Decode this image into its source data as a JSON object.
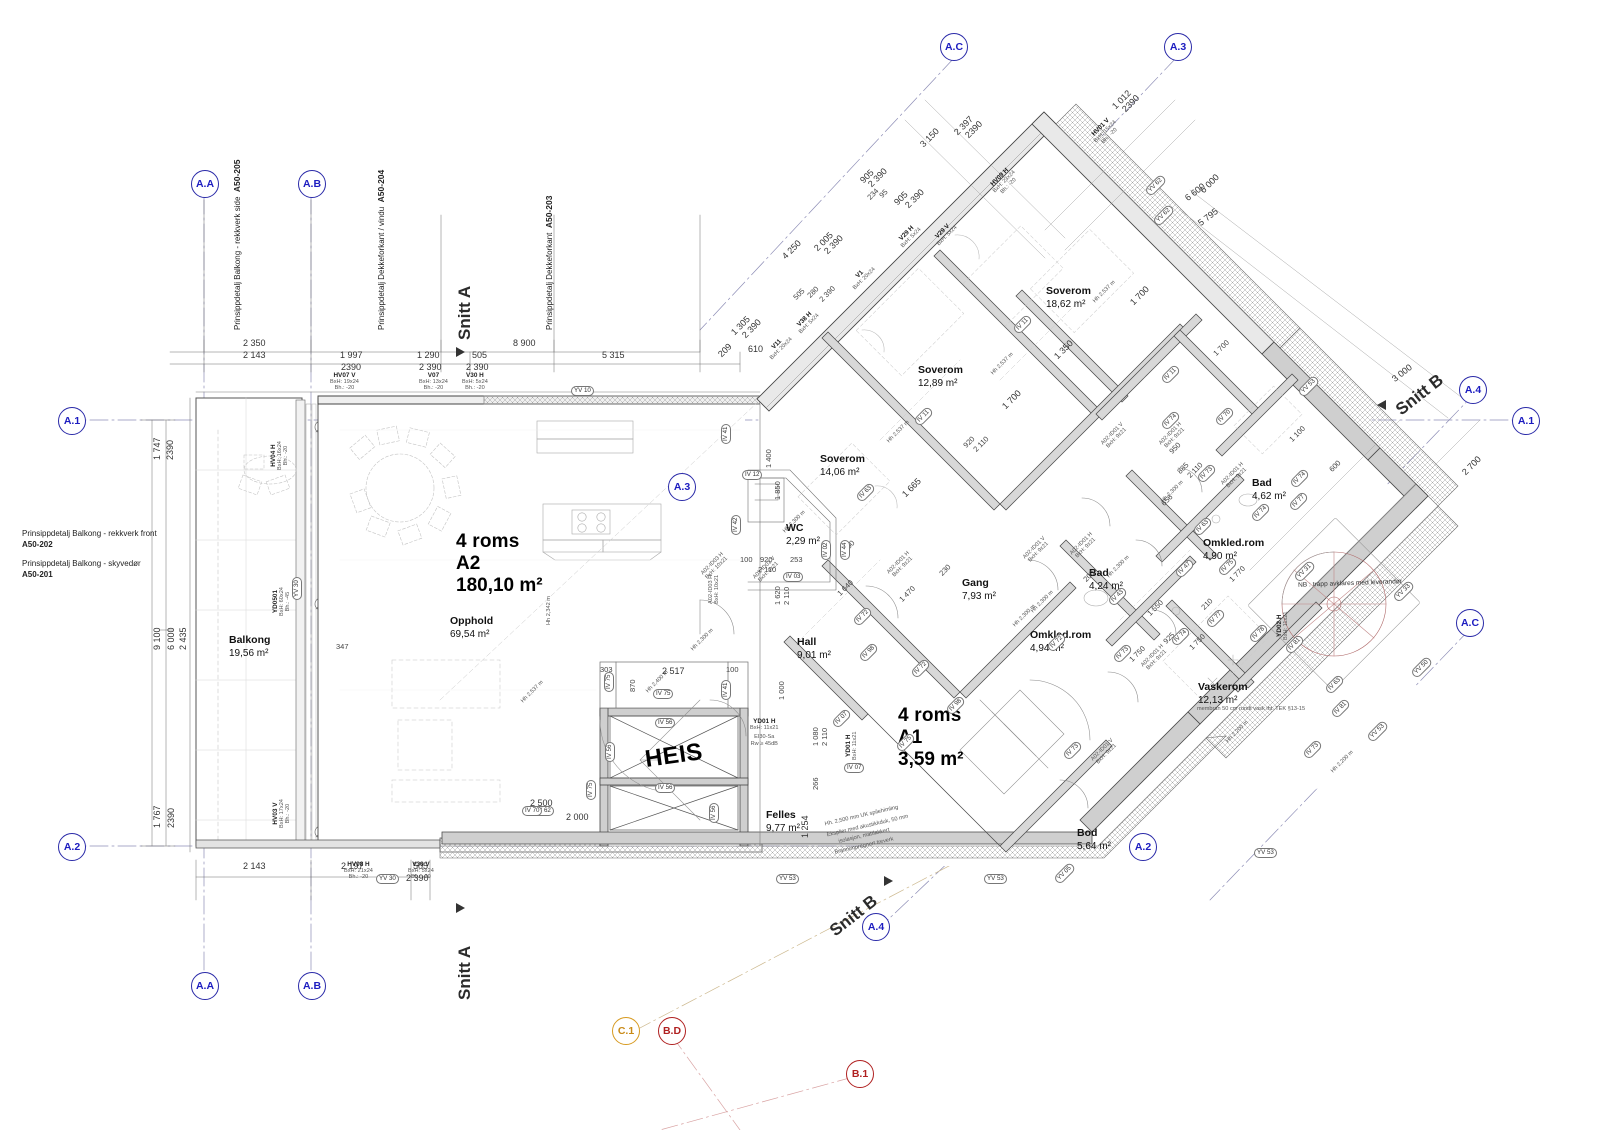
{
  "drawing": {
    "type": "architectural-floor-plan",
    "units": [
      {
        "code": "4 roms",
        "id": "A2",
        "area": "180,10 m²"
      },
      {
        "code": "4 roms",
        "id": "A1",
        "area": "3,59 m²"
      }
    ],
    "elevator_label": "HEIS",
    "rooms": [
      {
        "name": "Balkong",
        "area": "19,56 m²"
      },
      {
        "name": "Opphold",
        "area": "69,54 m²"
      },
      {
        "name": "WC",
        "area": "2,29 m²"
      },
      {
        "name": "Hall",
        "area": "9,01 m²"
      },
      {
        "name": "Felles",
        "area": "9,77 m²"
      },
      {
        "name": "Soverom",
        "area": "14,06 m²"
      },
      {
        "name": "Soverom",
        "area": "12,89 m²"
      },
      {
        "name": "Soverom",
        "area": "18,62 m²"
      },
      {
        "name": "Gang",
        "area": "7,93 m²"
      },
      {
        "name": "Omkled.rom",
        "area": "4,94 m²"
      },
      {
        "name": "Bad",
        "area": "4,24 m²"
      },
      {
        "name": "Omkled.rom",
        "area": "4,90 m²"
      },
      {
        "name": "Bad",
        "area": "4,62 m²"
      },
      {
        "name": "Vaskerom",
        "area": "12,13 m²"
      },
      {
        "name": "Bod",
        "area": "5,64 m²"
      }
    ],
    "grid_bubbles": [
      {
        "label": "A.A",
        "color": "blue"
      },
      {
        "label": "A.B",
        "color": "blue"
      },
      {
        "label": "A.1",
        "color": "blue"
      },
      {
        "label": "A.2",
        "color": "blue"
      },
      {
        "label": "A.3",
        "color": "blue"
      },
      {
        "label": "A.4",
        "color": "blue"
      },
      {
        "label": "A.C",
        "color": "blue"
      },
      {
        "label": "B.1",
        "color": "red"
      },
      {
        "label": "B.D",
        "color": "red"
      },
      {
        "label": "C.1",
        "color": "orange"
      }
    ],
    "section_marks": [
      {
        "label": "Snitt A"
      },
      {
        "label": "Snitt B"
      }
    ],
    "detail_refs": [
      {
        "text": "Prinsippdetalj Balkong - rekkverk side",
        "sheet": "A50-205"
      },
      {
        "text": "Prinsippdetalj Dekkeforkant / vindu",
        "sheet": "A50-204"
      },
      {
        "text": "Prinsippdetalj Dekkeforkant",
        "sheet": "A50-203"
      },
      {
        "text": "Prinsippdetalj Balkong - rekkverk front",
        "sheet": "A50-202"
      },
      {
        "text": "Prinsippdetalj Balkong - skyvedør",
        "sheet": "A50-201"
      }
    ],
    "notes": [
      {
        "text": "NB : trapp avklares med leverandør"
      },
      {
        "text": "membran 50 cm rundt vask iht. TEK §13-15"
      },
      {
        "text": "Hh. 2,500 mm UK spilehimling"
      },
      {
        "text": "Eksplier med akustikkduk, 50 mm"
      },
      {
        "text": "isolasjon, mattlakkert"
      },
      {
        "text": "Brannimpregnert treverk"
      }
    ],
    "ceiling_heights": [
      "Hh 2,537 m",
      "Hh 2,300 m",
      "Hh 2,342 m",
      "Hh 2,400 m",
      "Hh 2,200 m"
    ],
    "windows": [
      {
        "tag": "HV07 V",
        "size": "BxH: 19x24",
        "sill": "Bh.:   -20"
      },
      {
        "tag": "V07",
        "size": "BxH: 13x24",
        "sill": "Bh.:   -20"
      },
      {
        "tag": "V30 H",
        "size": "BxH: 5x24",
        "sill": "Bh.:   -20"
      },
      {
        "tag": "HV04 H",
        "size": "BxH: 16x24",
        "sill": "Bh.:   -20"
      },
      {
        "tag": "YD0501",
        "size": "BxH: 60x24",
        "sill": "Bh.:   -45"
      },
      {
        "tag": "HV03 V",
        "size": "BxH: 17x24",
        "sill": "Bh.:   -20"
      },
      {
        "tag": "HV08 H",
        "size": "BxH: 21x24",
        "sill": "Bh.:   -20"
      },
      {
        "tag": "V30 V",
        "size": "BxH: 5x24",
        "sill": "Bh.:   -20"
      },
      {
        "tag": "HV09 H",
        "size": "BxH: 23x24",
        "sill": "Bh.:   -20"
      },
      {
        "tag": "HV01 V",
        "size": "BxH: 15x24",
        "sill": "Bh.:   -20"
      },
      {
        "tag": "V29 V",
        "size": "BxH: 5x24",
        "sill": "Bh.:   -20"
      },
      {
        "tag": "V29 H",
        "size": "BxH: 5x24",
        "sill": "Bh.:   -20"
      },
      {
        "tag": "V38 H",
        "size": "BxH: 5x24",
        "sill": "Bh.:   -20"
      },
      {
        "tag": "V11",
        "size": "BxH: 20x24",
        "sill": "Bh.:   -20"
      },
      {
        "tag": "V1",
        "size": "BxH: 20x24",
        "sill": "Bh.:   -20"
      }
    ],
    "doors": [
      {
        "tag": "A02-ID01 V",
        "size": "BxH: 9x21"
      },
      {
        "tag": "A02-ID01 H",
        "size": "BxH: 9x21"
      },
      {
        "tag": "A02-ID03 H",
        "size": "BxH: 10x21"
      },
      {
        "tag": "YD01 H",
        "size": "BxH: 11x21",
        "fire": "EI30-Sa",
        "sound": "Rw ≥ 45dB"
      },
      {
        "tag": "YD02 H",
        "size": "BxH: 11x21"
      }
    ],
    "horizontal_dims_top": [
      "2 350",
      "2 143",
      "1 997",
      "2390",
      "1 290",
      "2 390",
      "505",
      "2 390",
      "8 900",
      "5 315",
      "209",
      "610",
      "1 305",
      "2 390"
    ],
    "horizontal_dims_bottom": [
      "2 143",
      "2 197",
      "505",
      "2 390",
      "2 500",
      "2 000",
      "1 254"
    ],
    "vertical_dims_left": [
      "1 747",
      "2390",
      "9 100",
      "6 000",
      "2 435",
      "1 767",
      "2390"
    ],
    "angled_dims": [
      "3 150",
      "2 397",
      "2390",
      "905",
      "2 390",
      "234",
      "95",
      "905",
      "2 390",
      "1 012",
      "2390",
      "6 600",
      "5 795",
      "3 000",
      "2 700",
      "6 000",
      "4 250",
      "2 005",
      "2 390",
      "505",
      "280",
      "2 390",
      "1 700",
      "1 350",
      "1 700",
      "920",
      "2 110",
      "1 665",
      "1 400",
      "1 850",
      "100",
      "920",
      "2 110",
      "253",
      "1 620",
      "2 110",
      "1 640",
      "700",
      "1 470",
      "1 000",
      "2 517",
      "303",
      "870",
      "100",
      "1 080",
      "2 110",
      "266",
      "950",
      "1 750",
      "200",
      "885",
      "2 110",
      "656",
      "1 770",
      "210",
      "1 550",
      "925",
      "600",
      "1 100",
      "1 700",
      "230",
      "347",
      "1 750"
    ],
    "wall_tags": [
      "YV 10",
      "YV 30",
      "YV 62",
      "YV 53",
      "YV 50",
      "YV 31",
      "YV 33",
      "YV 05",
      "IV 70",
      "IV 75",
      "IV 56",
      "IV 41",
      "IV 42",
      "IV 12",
      "IV 03",
      "IV 44",
      "IV 02",
      "IV 72",
      "IV 73",
      "IV 74",
      "IV 77",
      "IV 78",
      "IV 81",
      "IV 63",
      "IV 43",
      "IV 47",
      "IV 11",
      "IV 07",
      "IV 98"
    ]
  }
}
